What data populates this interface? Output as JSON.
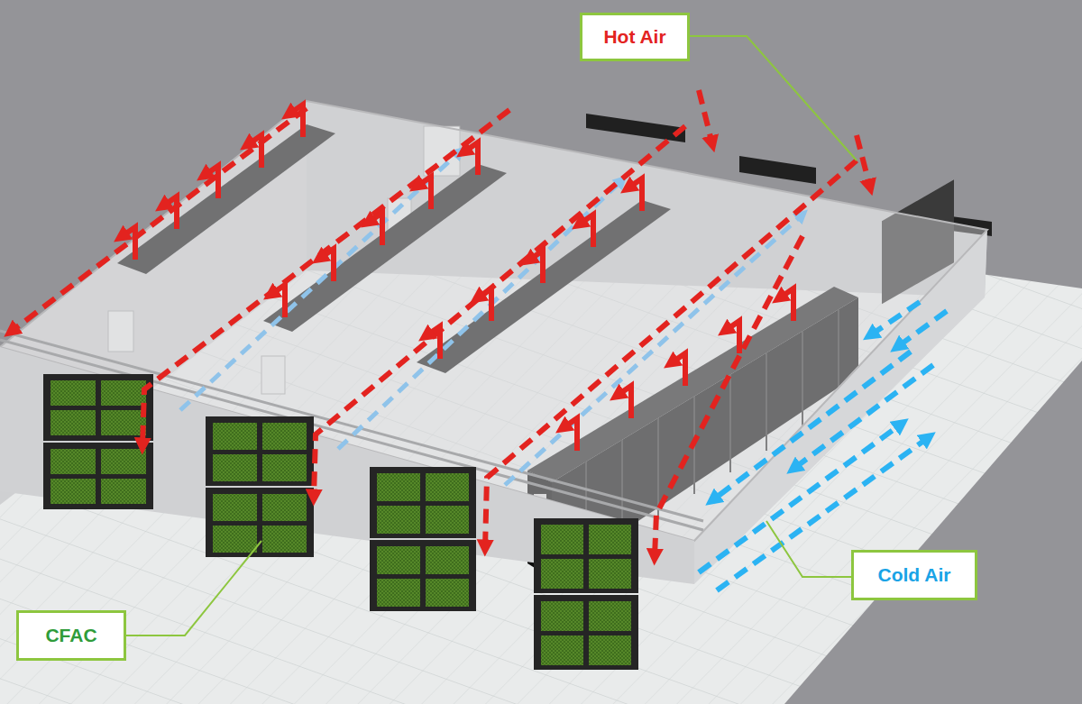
{
  "diagram": {
    "nodes": [
      {
        "text": [
          "Hot Air"
        ]
      },
      {
        "text": [
          "Cold Air"
        ]
      },
      {
        "text": [
          "CFAC"
        ]
      }
    ]
  }
}
